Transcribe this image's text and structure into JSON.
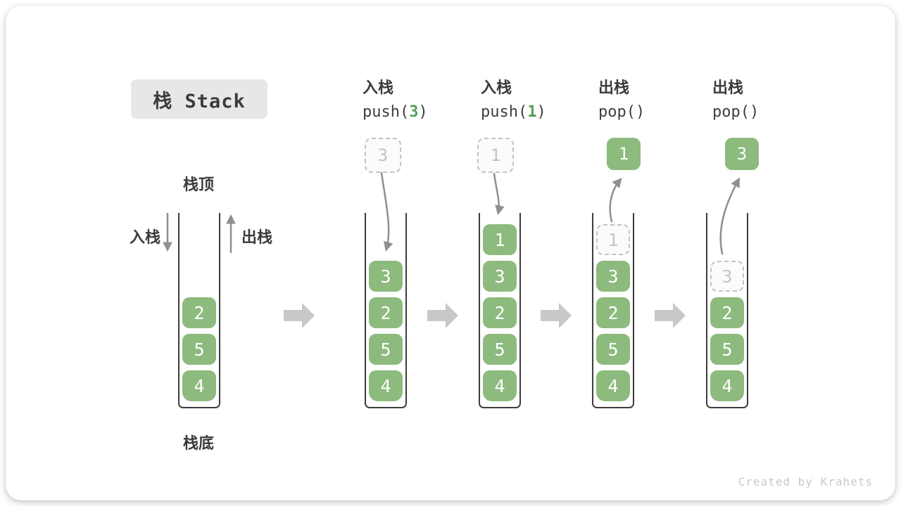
{
  "title": {
    "label": "栈 Stack"
  },
  "legend": {
    "stack_top": "栈顶",
    "stack_bottom": "栈底",
    "push_side": "入栈",
    "pop_side": "出栈"
  },
  "operations": [
    {
      "label_cn": "入栈",
      "code_pre": "push(",
      "code_arg": "3",
      "code_post": ")",
      "float_value": "3",
      "float_style": "ghost"
    },
    {
      "label_cn": "入栈",
      "code_pre": "push(",
      "code_arg": "1",
      "code_post": ")",
      "float_value": "1",
      "float_style": "ghost"
    },
    {
      "label_cn": "出栈",
      "code_pre": "pop()",
      "code_arg": "",
      "code_post": "",
      "float_value": "1",
      "float_style": "solid"
    },
    {
      "label_cn": "出栈",
      "code_pre": "pop()",
      "code_arg": "",
      "code_post": "",
      "float_value": "3",
      "float_style": "solid"
    }
  ],
  "stacks": [
    {
      "name": "initial",
      "cells": [
        "2",
        "5",
        "4"
      ]
    },
    {
      "name": "after-push-3",
      "cells": [
        "3",
        "2",
        "5",
        "4"
      ]
    },
    {
      "name": "after-push-1",
      "cells": [
        "1",
        "3",
        "2",
        "5",
        "4"
      ]
    },
    {
      "name": "after-pop-1",
      "cells": [
        "1",
        "3",
        "2",
        "5",
        "4"
      ],
      "ghost_top": true
    },
    {
      "name": "after-pop-3",
      "cells": [
        "3",
        "2",
        "5",
        "4"
      ],
      "ghost_top": true
    }
  ],
  "colors": {
    "cell_green": "#8cbb7d",
    "code_arg_green": "#55a054",
    "title_bg": "#e7e7e7",
    "container_line": "#3d3d3d",
    "curve_arrow_gray": "#8f8f8f",
    "block_arrow_gray": "#c8c8c8",
    "ghost_gray": "#c3c3c3"
  },
  "watermark": "Created by Krahets"
}
